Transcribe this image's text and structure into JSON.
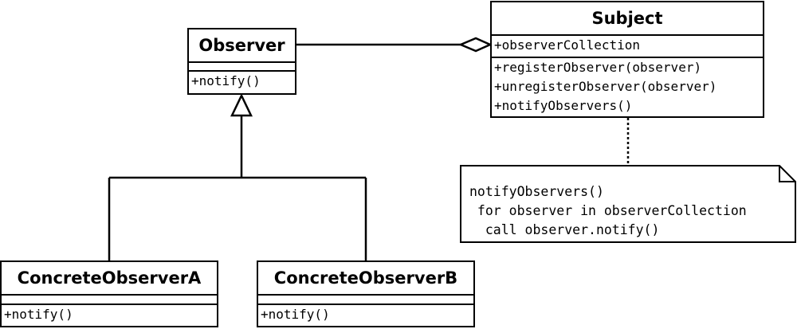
{
  "observer": {
    "name": "Observer",
    "operations": [
      "+notify()"
    ]
  },
  "subject": {
    "name": "Subject",
    "attributes": [
      "+observerCollection"
    ],
    "operations": [
      "+registerObserver(observer)",
      "+unregisterObserver(observer)",
      "+notifyObservers()"
    ]
  },
  "concrete_a": {
    "name": "ConcreteObserverA",
    "operations": [
      "+notify()"
    ]
  },
  "concrete_b": {
    "name": "ConcreteObserverB",
    "operations": [
      "+notify()"
    ]
  },
  "note": {
    "lines": [
      "notifyObservers()",
      " for observer in observerCollection",
      "  call observer.notify()"
    ]
  }
}
